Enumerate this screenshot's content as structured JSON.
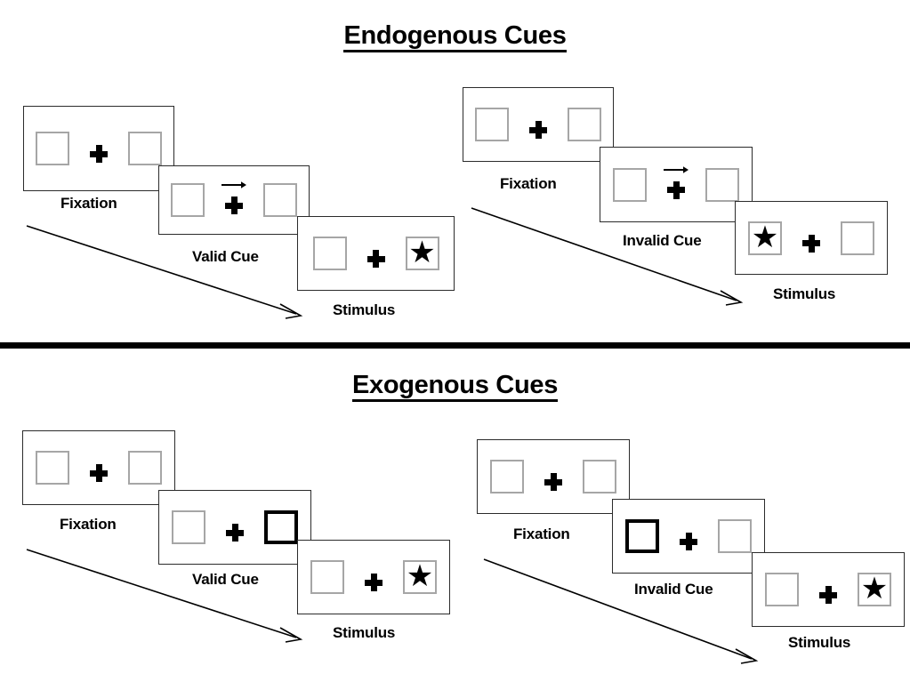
{
  "figure": {
    "sections": [
      {
        "id": "endogenous",
        "title": "Endogenous Cues",
        "groups": [
          {
            "id": "endogenous-valid",
            "condition": "Valid",
            "panels": [
              {
                "caption": "Fixation",
                "left_box": "empty",
                "right_box": "empty",
                "cue": "none",
                "center": "cross"
              },
              {
                "caption": "Valid Cue",
                "left_box": "empty",
                "right_box": "empty",
                "cue": "arrow-right",
                "center": "cross"
              },
              {
                "caption": "Stimulus",
                "left_box": "empty",
                "right_box": "star",
                "cue": "none",
                "center": "cross"
              }
            ]
          },
          {
            "id": "endogenous-invalid",
            "condition": "Invalid",
            "panels": [
              {
                "caption": "Fixation",
                "left_box": "empty",
                "right_box": "empty",
                "cue": "none",
                "center": "cross"
              },
              {
                "caption": "Invalid Cue",
                "left_box": "empty",
                "right_box": "empty",
                "cue": "arrow-right",
                "center": "cross"
              },
              {
                "caption": "Stimulus",
                "left_box": "star",
                "right_box": "empty",
                "cue": "none",
                "center": "cross"
              }
            ]
          }
        ]
      },
      {
        "id": "exogenous",
        "title": "Exogenous Cues",
        "groups": [
          {
            "id": "exogenous-valid",
            "condition": "Valid",
            "panels": [
              {
                "caption": "Fixation",
                "left_box": "empty",
                "right_box": "empty",
                "cue": "none",
                "center": "cross"
              },
              {
                "caption": "Valid Cue",
                "left_box": "empty",
                "right_box": "highlighted",
                "cue": "box-flash-right",
                "center": "cross"
              },
              {
                "caption": "Stimulus",
                "left_box": "empty",
                "right_box": "star",
                "cue": "none",
                "center": "cross"
              }
            ]
          },
          {
            "id": "exogenous-invalid",
            "condition": "Invalid",
            "panels": [
              {
                "caption": "Fixation",
                "left_box": "empty",
                "right_box": "empty",
                "cue": "none",
                "center": "cross"
              },
              {
                "caption": "Invalid Cue",
                "left_box": "highlighted",
                "right_box": "empty",
                "cue": "box-flash-left",
                "center": "cross"
              },
              {
                "caption": "Stimulus",
                "left_box": "empty",
                "right_box": "star",
                "cue": "none",
                "center": "cross"
              }
            ]
          }
        ]
      }
    ],
    "glyphs": {
      "star": "★"
    },
    "colors": {
      "ink": "#000000",
      "panel_border": "#2b2b2b",
      "box_border": "#a6a6a6",
      "cue_box_border": "#000000",
      "background": "#ffffff"
    }
  }
}
